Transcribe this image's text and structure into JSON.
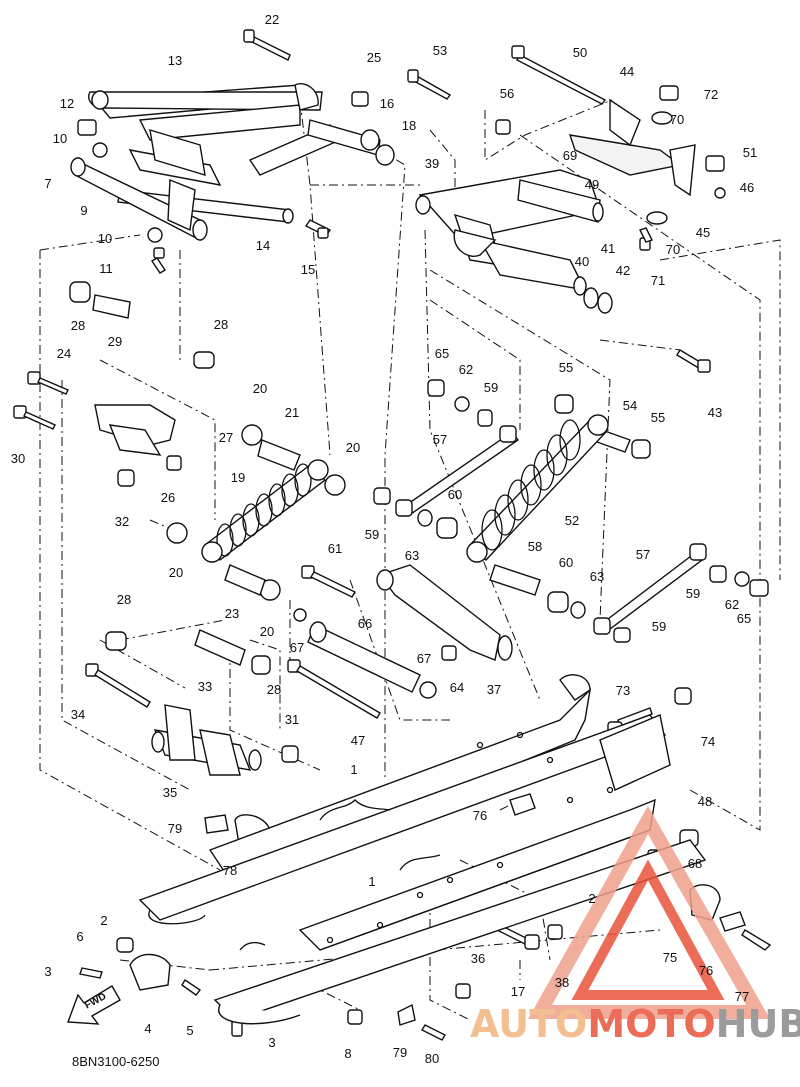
{
  "diagram": {
    "code": "8BN3100-6250",
    "forward_label": "FWD",
    "watermark": {
      "part1": "AUTO",
      "part2": "MOTO",
      "part3": "HUB",
      "color_dark": "#8a8a8a",
      "color_red": "#e8543a",
      "color_light": "#f4b8a8"
    }
  },
  "labels": [
    "22",
    "13",
    "25",
    "53",
    "50",
    "44",
    "72",
    "12",
    "16",
    "56",
    "18",
    "70",
    "10",
    "7",
    "51",
    "69",
    "39",
    "46",
    "9",
    "49",
    "10",
    "14",
    "15",
    "45",
    "70",
    "11",
    "40",
    "41",
    "42",
    "71",
    "28",
    "29",
    "28",
    "43",
    "65",
    "62",
    "59",
    "24",
    "55",
    "20",
    "21",
    "54",
    "55",
    "30",
    "27",
    "57",
    "20",
    "26",
    "32",
    "19",
    "60",
    "59",
    "63",
    "52",
    "20",
    "61",
    "58",
    "60",
    "63",
    "57",
    "59",
    "62",
    "65",
    "28",
    "23",
    "20",
    "67",
    "66",
    "59",
    "67",
    "64",
    "37",
    "33",
    "28",
    "73",
    "34",
    "47",
    "31",
    "74",
    "35",
    "1",
    "48",
    "76",
    "79",
    "78",
    "68",
    "2",
    "1",
    "2",
    "75",
    "6",
    "76",
    "3",
    "36",
    "4",
    "5",
    "17",
    "38",
    "77",
    "79",
    "8",
    "80",
    "3"
  ]
}
